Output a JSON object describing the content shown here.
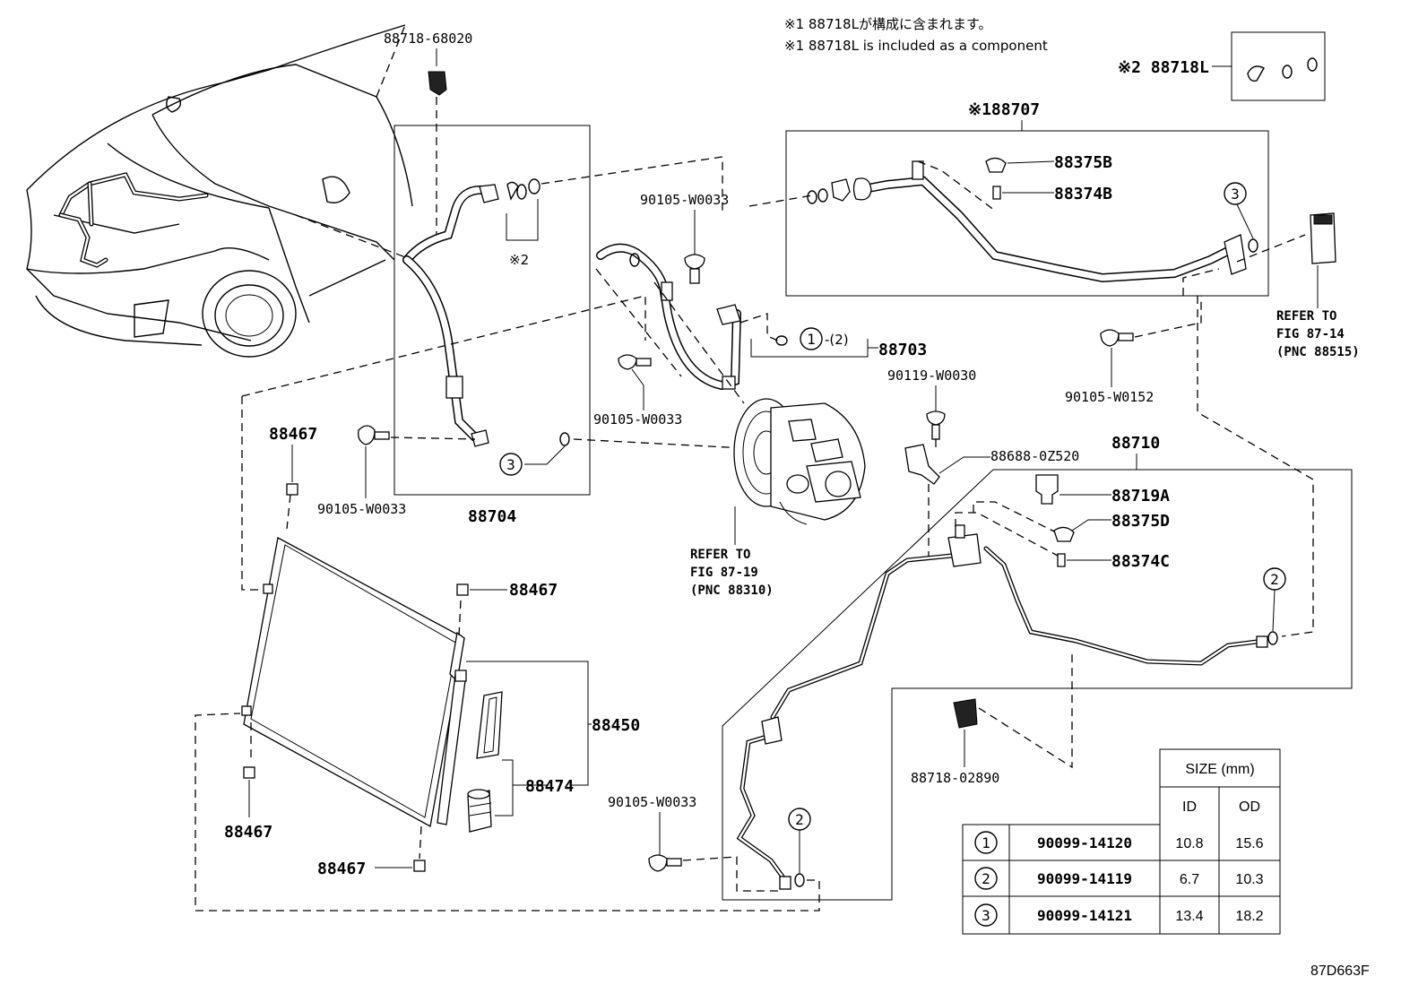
{
  "notes": {
    "note1_jp": "※1 88718Lが構成に含まれます。",
    "note1_en": "※1 88718L is included as a component",
    "mark2_label": "※2 88718L",
    "mark1_label": "※188707"
  },
  "parts": {
    "p88718_68020": "88718-68020",
    "p90105_w0033_a": "90105-W0033",
    "p90105_w0033_b": "90105-W0033",
    "p90105_w0033_c": "90105-W0033",
    "p90105_w0033_d": "90105-W0033",
    "p88375b": "88375B",
    "p88374b": "88374B",
    "p88703": "88703",
    "p88704": "88704",
    "p90119_w0030": "90119-W0030",
    "p90105_w0152": "90105-W0152",
    "p88688_0z520": "88688-0Z520",
    "p88710": "88710",
    "p88719a": "88719A",
    "p88375d": "88375D",
    "p88374c": "88374C",
    "p88467_a": "88467",
    "p88467_b": "88467",
    "p88467_c": "88467",
    "p88467_d": "88467",
    "p88450": "88450",
    "p88474": "88474",
    "p88718_02890": "88718-02890",
    "mark2_small": "※2",
    "paren2": "-(2)"
  },
  "refs": {
    "ref_fig8714_l1": "REFER TO",
    "ref_fig8714_l2": "FIG 87-14",
    "ref_fig8714_l3": "(PNC 88515)",
    "ref_fig8719_l1": "REFER TO",
    "ref_fig8719_l2": "FIG 87-19",
    "ref_fig8719_l3": "(PNC 88310)"
  },
  "circles": {
    "c1": "1",
    "c2a": "2",
    "c2b": "2",
    "c3a": "3",
    "c3b": "3"
  },
  "size_table": {
    "header": "SIZE (mm)",
    "col_id": "ID",
    "col_od": "OD",
    "rows": [
      {
        "ref": "1",
        "part": "90099-14120",
        "id": "10.8",
        "od": "15.6"
      },
      {
        "ref": "2",
        "part": "90099-14119",
        "id": "6.7",
        "od": "10.3"
      },
      {
        "ref": "3",
        "part": "90099-14121",
        "id": "13.4",
        "od": "18.2"
      }
    ]
  },
  "figure_code": "87D663F"
}
